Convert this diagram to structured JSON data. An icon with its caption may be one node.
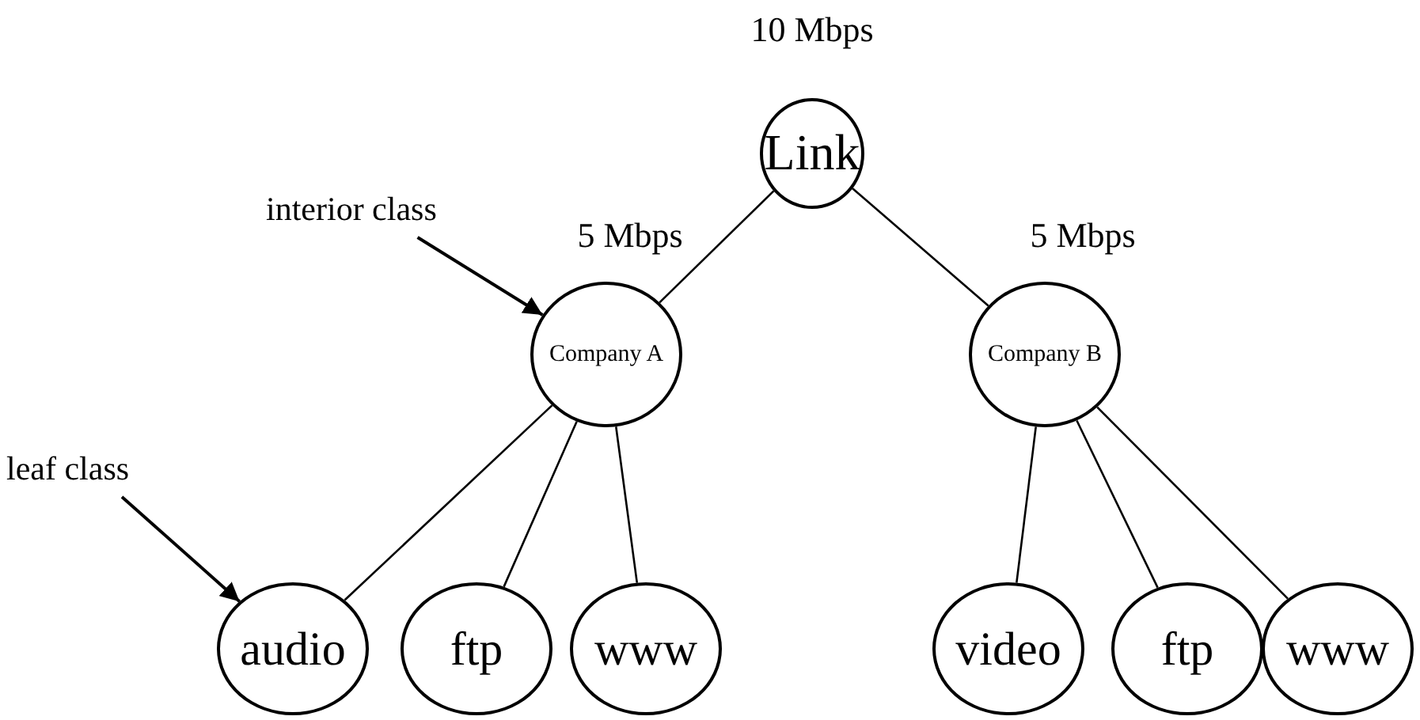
{
  "diagram": {
    "nodes": [
      {
        "text": [
          "Link"
        ],
        "beside": [
          "10 Mbps"
        ]
      },
      {
        "text": [
          "interior class"
        ]
      },
      {
        "text": [
          "Company A"
        ],
        "beside": [
          "5 Mbps"
        ]
      },
      {
        "text": [
          "Company B"
        ],
        "beside": [
          "5 Mbps"
        ]
      },
      {
        "text": [
          "leaf class"
        ]
      },
      {
        "text": [
          "audio"
        ]
      },
      {
        "text": [
          "ftp"
        ]
      },
      {
        "text": [
          "www"
        ]
      },
      {
        "text": [
          "video"
        ]
      },
      {
        "text": [
          "ftp"
        ]
      },
      {
        "text": [
          "www"
        ]
      }
    ],
    "edges": [
      {
        "from": 0,
        "to": 2,
        "arrow": "none"
      },
      {
        "from": 0,
        "to": 3,
        "arrow": "none"
      },
      {
        "from": 1,
        "to": 2,
        "arrow": "to"
      },
      {
        "from": 2,
        "to": 5,
        "arrow": "none"
      },
      {
        "from": 2,
        "to": 6,
        "arrow": "none"
      },
      {
        "from": 2,
        "to": 7,
        "arrow": "none"
      },
      {
        "from": 3,
        "to": 8,
        "arrow": "none"
      },
      {
        "from": 3,
        "to": 9,
        "arrow": "none"
      },
      {
        "from": 3,
        "to": 10,
        "arrow": "none"
      },
      {
        "from": 4,
        "to": 5,
        "arrow": "to"
      }
    ]
  }
}
